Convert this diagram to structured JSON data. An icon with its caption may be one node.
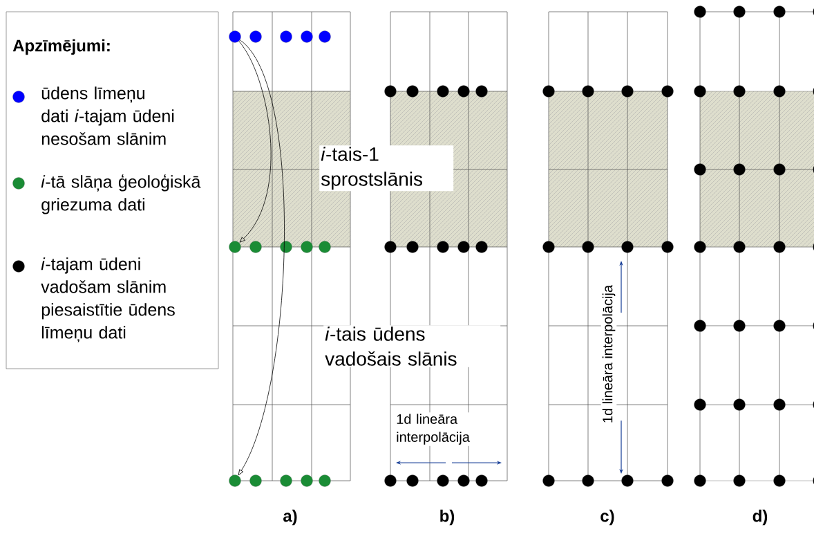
{
  "diagram": {
    "nodes": [
      {
        "text": [],
        "shape": "circle"
      },
      {
        "text": [],
        "shape": "circle"
      },
      {
        "text": [],
        "shape": "circle"
      },
      {
        "text": [],
        "shape": "circle"
      },
      {
        "text": [],
        "shape": "circle"
      },
      {
        "text": [],
        "shape": "circle"
      },
      {
        "text": [],
        "shape": "circle"
      },
      {
        "text": [],
        "shape": "circle"
      },
      {
        "text": [],
        "shape": "circle"
      },
      {
        "text": [],
        "shape": "circle"
      },
      {
        "text": [],
        "shape": "circle"
      },
      {
        "text": [],
        "shape": "circle"
      },
      {
        "text": [],
        "shape": "circle"
      },
      {
        "text": [],
        "shape": "circle"
      },
      {
        "text": [],
        "shape": "circle"
      }
    ],
    "edges": [
      {
        "from": 0,
        "to": 5,
        "arrow": "to"
      },
      {
        "from": 0,
        "to": 10,
        "arrow": "to"
      }
    ],
    "labels": [
      "Apzīmējumi:",
      "*i*-tais-1 sprostslānis",
      "*i*-tais ūdens vadošais slānis",
      "1d lineāra interpolācija",
      "1d lineāra interpolācija",
      "a)",
      "b)",
      "c)",
      "d)"
    ],
    "legend": [
      {
        "text": "ūdens līmeņu dati *i*-tajam ūdeni nesošam slānim",
        "color": "#0000ff"
      },
      {
        "text": "*i*-tā slāņa ģeoloģiskā griezuma dati",
        "color": "#1a8c35"
      },
      {
        "text": "*i*-tajam ūdeni vadošam slānim piesaistītie ūdens līmeņu dati",
        "color": "#000000"
      }
    ]
  }
}
